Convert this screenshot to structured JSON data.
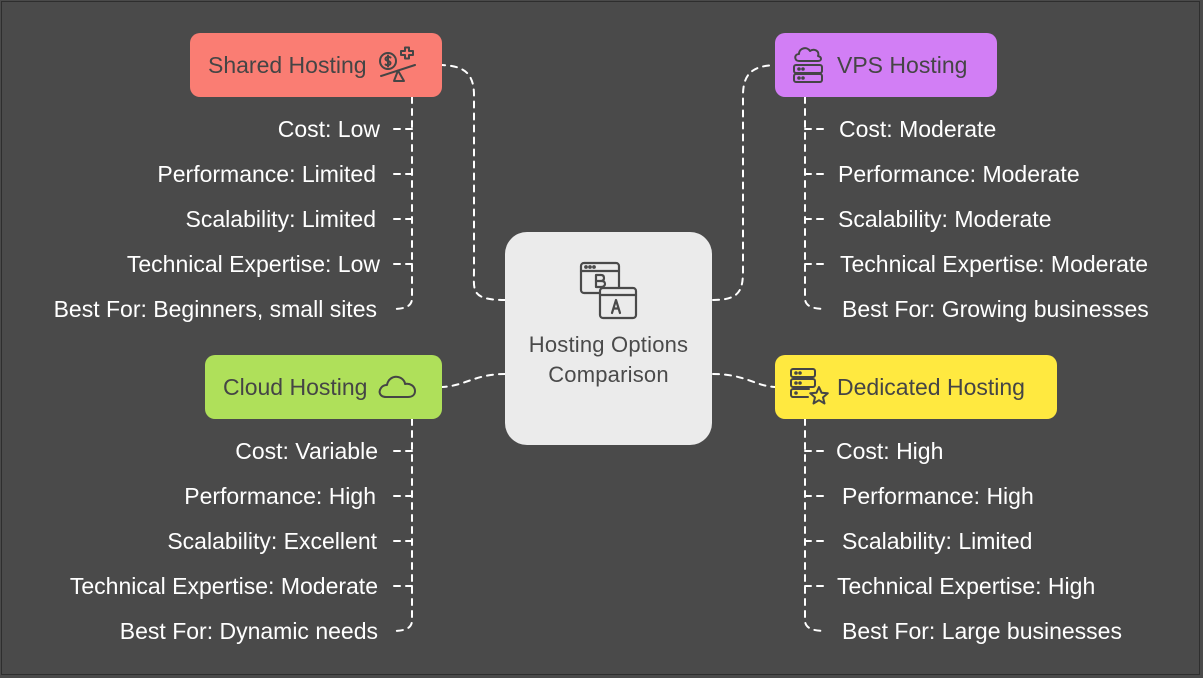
{
  "center": {
    "title": "Hosting Options Comparison",
    "icon": "ab-test-browser-icon"
  },
  "topics": {
    "shared": {
      "label": "Shared Hosting",
      "icon": "coin-balance-icon",
      "color": "#fa7d73",
      "items": [
        "Cost: Low",
        "Performance: Limited",
        "Scalability: Limited",
        "Technical Expertise: Low",
        "Best For: Beginners, small sites"
      ]
    },
    "vps": {
      "label": "VPS Hosting",
      "icon": "cloud-server-icon",
      "color": "#d27ef5",
      "items": [
        "Cost: Moderate",
        "Performance: Moderate",
        "Scalability: Moderate",
        "Technical Expertise: Moderate",
        "Best For: Growing businesses"
      ]
    },
    "cloud": {
      "label": "Cloud Hosting",
      "icon": "cloud-icon",
      "color": "#afe05a",
      "items": [
        "Cost: Variable",
        "Performance: High",
        "Scalability: Excellent",
        "Technical Expertise: Moderate",
        "Best For: Dynamic needs"
      ]
    },
    "dedicated": {
      "label": "Dedicated Hosting",
      "icon": "server-star-icon",
      "color": "#ffe940",
      "items": [
        "Cost: High",
        "Performance: High",
        "Scalability: Limited",
        "Technical Expertise: High",
        "Best For: Large businesses"
      ]
    }
  },
  "colors": {
    "background": "#4a4a4a",
    "center_fill": "#ebebeb",
    "connector": "#ffffff"
  }
}
